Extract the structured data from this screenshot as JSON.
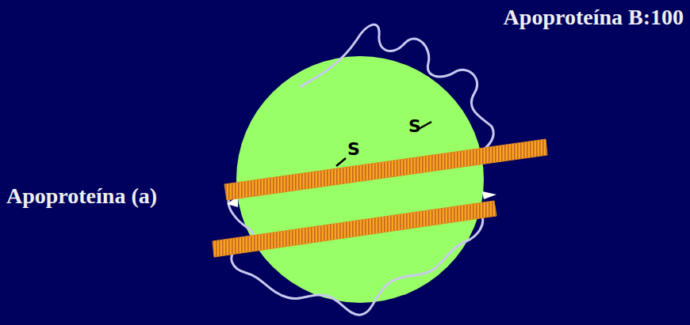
{
  "diagram": {
    "labels": [
      "Apoproteína B:100",
      "Apoproteína (a)",
      "S",
      "S"
    ]
  }
}
